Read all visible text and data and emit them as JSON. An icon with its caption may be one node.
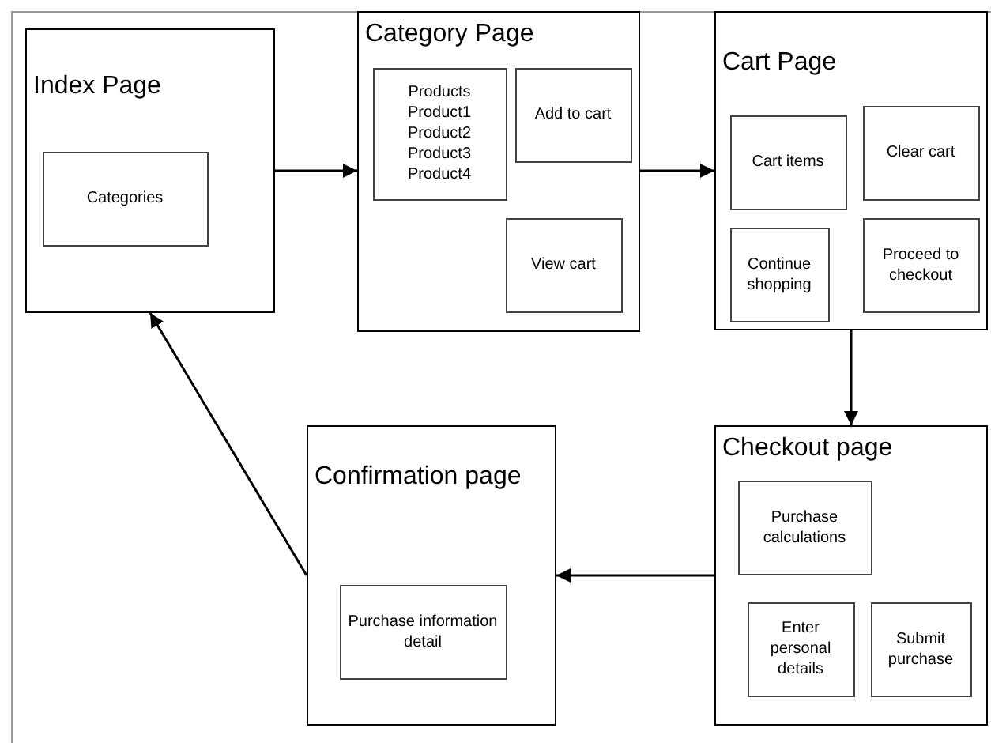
{
  "diagram": {
    "nodes": [
      {
        "text": [
          "Index Page"
        ]
      },
      {
        "text": [
          "Categories"
        ],
        "in": 0
      },
      {
        "text": [
          "Category Page"
        ]
      },
      {
        "text": [
          "Products Product1 Product2 Product3 Product4"
        ],
        "in": 2
      },
      {
        "text": [
          "Add to cart"
        ],
        "in": 2
      },
      {
        "text": [
          "View cart"
        ],
        "in": 2
      },
      {
        "text": [
          "Cart Page"
        ]
      },
      {
        "text": [
          "Cart items"
        ],
        "in": 6
      },
      {
        "text": [
          "Clear cart"
        ],
        "in": 6
      },
      {
        "text": [
          "Continue shopping"
        ],
        "in": 6
      },
      {
        "text": [
          "Proceed to checkout"
        ],
        "in": 6
      },
      {
        "text": [
          "Confirmation page"
        ]
      },
      {
        "text": [
          "Purchase information detail"
        ],
        "in": 11
      },
      {
        "text": [
          "Checkout page"
        ]
      },
      {
        "text": [
          "Purchase calculations"
        ],
        "in": 13
      },
      {
        "text": [
          "Enter personal details"
        ],
        "in": 13
      },
      {
        "text": [
          "Submit purchase"
        ],
        "in": 13
      }
    ],
    "edges": [
      {
        "from": 0,
        "to": 2,
        "arrow": "to"
      },
      {
        "from": 2,
        "to": 6,
        "arrow": "to"
      },
      {
        "from": 6,
        "to": 13,
        "arrow": "to"
      },
      {
        "from": 13,
        "to": 11,
        "arrow": "to"
      },
      {
        "from": 11,
        "to": 0,
        "arrow": "to"
      }
    ]
  }
}
